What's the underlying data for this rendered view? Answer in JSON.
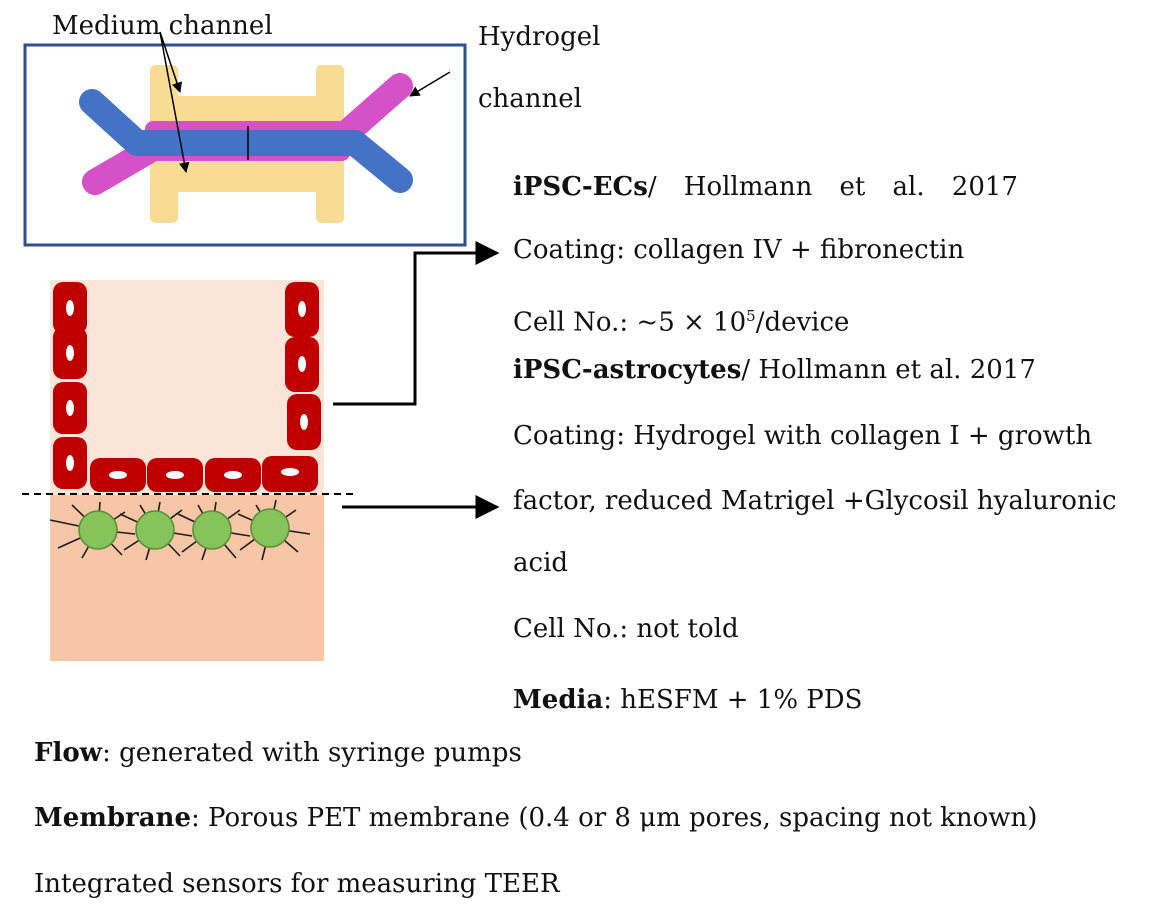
{
  "chip": {
    "medium_label": "Medium channel",
    "hydrogel_label_line1": "Hydrogel",
    "hydrogel_label_line2": "channel",
    "colors": {
      "frame": "#2f4f8f",
      "medium": "#f8dc94",
      "hydrogel": "#d650c8",
      "flow_channel": "#4472c4"
    }
  },
  "tissue": {
    "colors": {
      "top_bg": "#fbe4d8",
      "bottom_bg": "#f6c6a6",
      "endothelial_cell": "#c00000",
      "astrocyte": "#86c35b"
    }
  },
  "ecs": {
    "title": "iPSC-ECs",
    "slash": "/",
    "ref_parts": [
      "Hollmann",
      "et",
      "al.",
      "2017"
    ],
    "coating": "Coating: collagen IV + fibronectin",
    "cellno_prefix": "Cell No.: ~5 × 10",
    "cellno_sup": "5",
    "cellno_suffix": "/device"
  },
  "astro": {
    "title": "iPSC-astrocytes",
    "ref": "/ Hollmann et al. 2017",
    "coating_l1": "Coating: Hydrogel with collagen I + growth",
    "coating_l2": "factor, reduced Matrigel +Glycosil hyaluronic",
    "coating_l3": "acid",
    "cellno": "Cell No.: not told"
  },
  "media": {
    "label": "Media",
    "value": ": hESFM + 1% PDS"
  },
  "flow": {
    "label": "Flow",
    "value": ": generated with syringe pumps"
  },
  "membrane": {
    "label": "Membrane",
    "value": ": Porous PET membrane (0.4 or 8 μm pores, spacing not known)"
  },
  "sensors": {
    "text": "Integrated sensors for measuring TEER"
  }
}
